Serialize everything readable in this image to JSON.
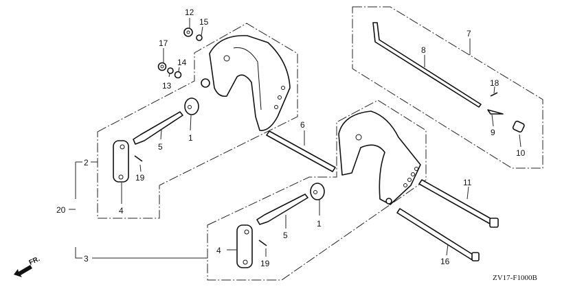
{
  "diagram": {
    "code": "ZV17-F1000B",
    "direction_label": "FR.",
    "callouts": {
      "p1_upper": "1",
      "p1_lower": "1",
      "p2": "2",
      "p3": "3",
      "p4_upper": "4",
      "p4_lower": "4",
      "p5_upper": "5",
      "p5_lower": "5",
      "p6": "6",
      "p7": "7",
      "p8": "8",
      "p9": "9",
      "p10": "10",
      "p11": "11",
      "p12": "12",
      "p13": "13",
      "p14": "14",
      "p15": "15",
      "p16": "16",
      "p17": "17",
      "p18": "18",
      "p19_upper": "19",
      "p19_lower": "19",
      "p20": "20"
    }
  }
}
